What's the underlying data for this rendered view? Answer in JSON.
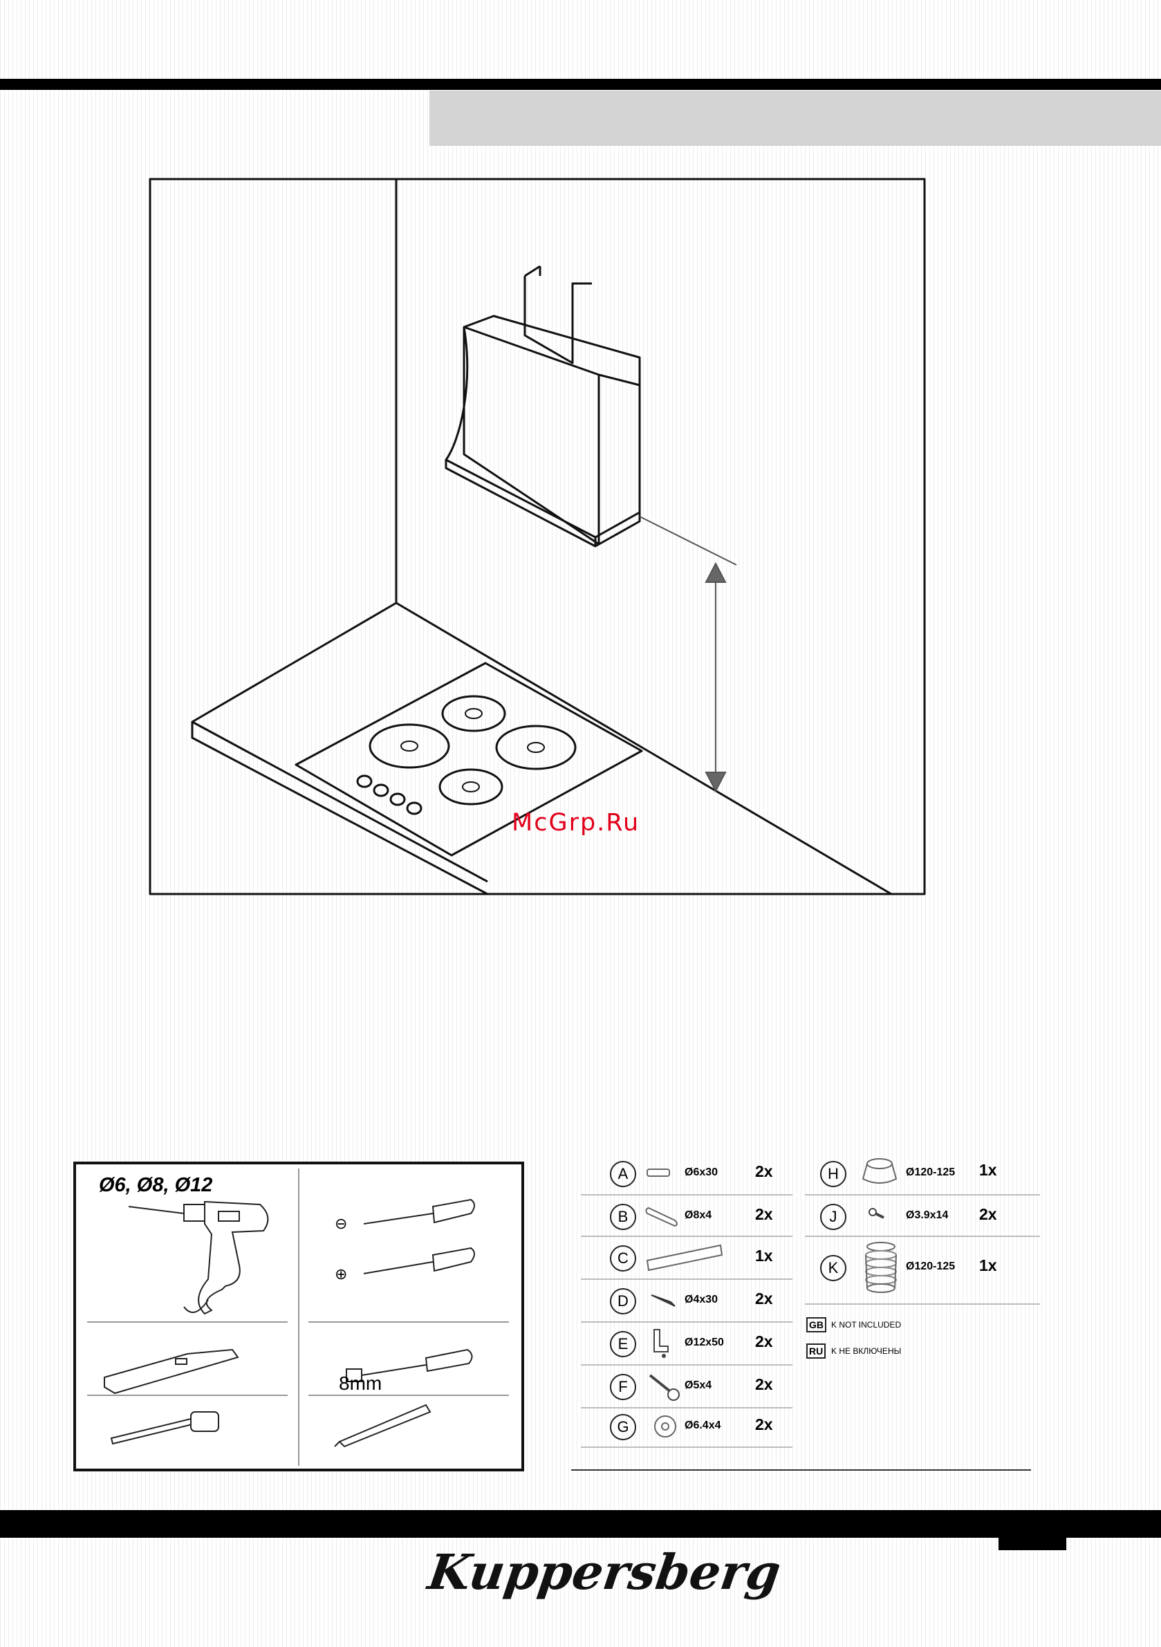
{
  "watermark": "McGrp.Ru",
  "tools": {
    "drill_bits": "Ø6, Ø8, Ø12",
    "nut_driver_size": "8mm",
    "minus_symbol": "⊖",
    "plus_symbol": "⊕"
  },
  "parts": {
    "left": [
      {
        "letter": "A",
        "size": "Ø6x30",
        "qty": "2x",
        "icon": "wall-plug-icon"
      },
      {
        "letter": "B",
        "size": "Ø8x4",
        "qty": "2x",
        "icon": "dowel-icon"
      },
      {
        "letter": "C",
        "size": "",
        "qty": "1x",
        "icon": "bracket-icon"
      },
      {
        "letter": "D",
        "size": "Ø4x30",
        "qty": "2x",
        "icon": "screw-icon"
      },
      {
        "letter": "E",
        "size": "Ø12x50",
        "qty": "2x",
        "icon": "anchor-bolt-icon"
      },
      {
        "letter": "F",
        "size": "Ø5x4",
        "qty": "2x",
        "icon": "bolt-icon"
      },
      {
        "letter": "G",
        "size": "Ø6.4x4",
        "qty": "2x",
        "icon": "washer-icon"
      }
    ],
    "right": [
      {
        "letter": "H",
        "size": "Ø120-125",
        "qty": "1x",
        "icon": "duct-adapter-icon"
      },
      {
        "letter": "J",
        "size": "Ø3.9x14",
        "qty": "2x",
        "icon": "small-screw-icon"
      },
      {
        "letter": "K",
        "size": "Ø120-125",
        "qty": "1x",
        "icon": "flexible-duct-icon"
      }
    ],
    "notes": [
      {
        "code": "GB",
        "text": "K NOT INCLUDED"
      },
      {
        "code": "RU",
        "text": "K НЕ ВКЛЮЧЕНЫ"
      }
    ]
  },
  "brand": "Kuppersberg"
}
